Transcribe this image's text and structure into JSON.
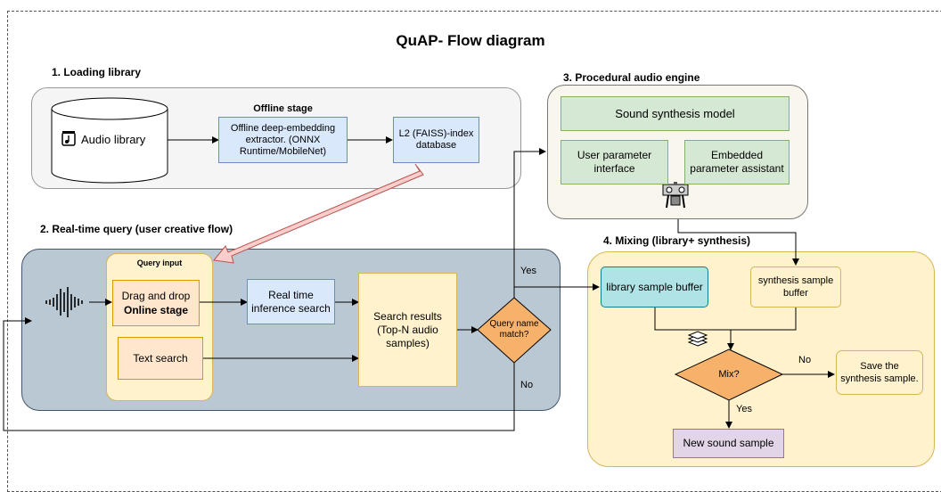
{
  "title": "QuAP- Flow diagram",
  "sections": {
    "loading": "1. Loading library",
    "realtime": "2. Real-time query (user creative flow)",
    "procedural": "3. Procedural audio engine",
    "mixing": "4. Mixing (library+ synthesis)"
  },
  "loading": {
    "audio_library": "Audio library",
    "offline_stage": "Offline stage",
    "extractor": "Offline deep-embedding extractor. (ONNX Runtime/MobileNet)",
    "faiss": "L2 (FAISS)-index database"
  },
  "realtime": {
    "query_input": "Query input",
    "drag_drop": "Drag and drop",
    "online_stage": "Online stage",
    "text_search": "Text search",
    "inference": "Real time inference search",
    "results": "Search results (Top-N audio samples)",
    "match": "Query name match?",
    "yes": "Yes",
    "no": "No"
  },
  "procedural": {
    "model": "Sound synthesis model",
    "user_param": "User parameter interface",
    "assistant": "Embedded parameter assistant"
  },
  "mixing": {
    "library_buffer": "library sample buffer",
    "synth_buffer": "synthesis sample buffer",
    "mix": "Mix?",
    "no": "No",
    "yes": "Yes",
    "save": "Save the synthesis sample.",
    "new_sample": "New sound sample"
  },
  "icons": [
    "music-note-icon",
    "waveform-icon",
    "layers-icon",
    "robot-icon"
  ],
  "colors": {
    "blue_box": "#dae8fc",
    "dark_panel": "#bac8d3",
    "yellow": "#fff2cc",
    "orange_box": "#ffe6cc",
    "diamond": "#f6b26b",
    "green": "#d5e8d4",
    "teal": "#b0e3e6",
    "purple": "#e1d5e7",
    "pink_arrow": "#f8cecc"
  }
}
